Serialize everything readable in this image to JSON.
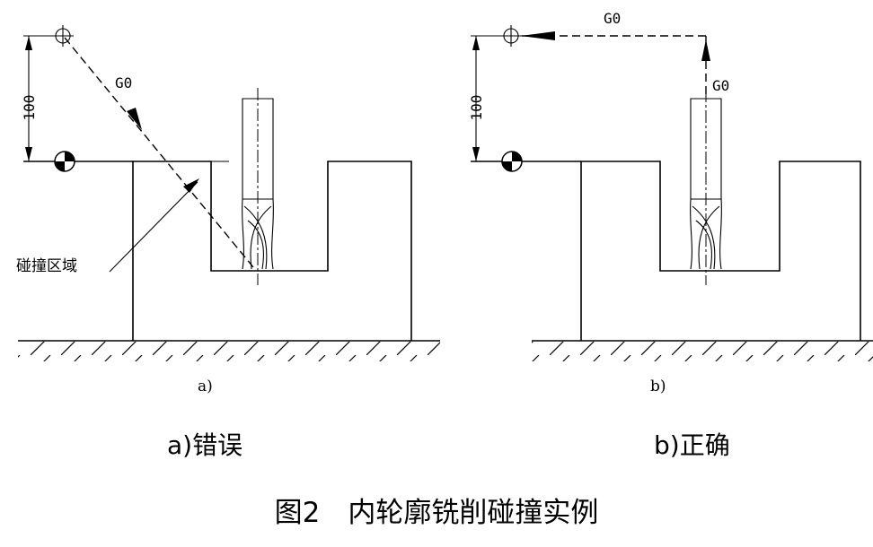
{
  "panels": [
    {
      "dimension": "100",
      "move_label": "G0",
      "collision_label": "碰撞区域",
      "sub_label": "a)",
      "subcaption": "a)错误"
    },
    {
      "dimension": "100",
      "move_label_horizontal": "G0",
      "move_label_vertical": "G0",
      "sub_label": "b)",
      "subcaption": "b)正确"
    }
  ],
  "figure_caption": "图2　内轮廓铣削碰撞实例"
}
